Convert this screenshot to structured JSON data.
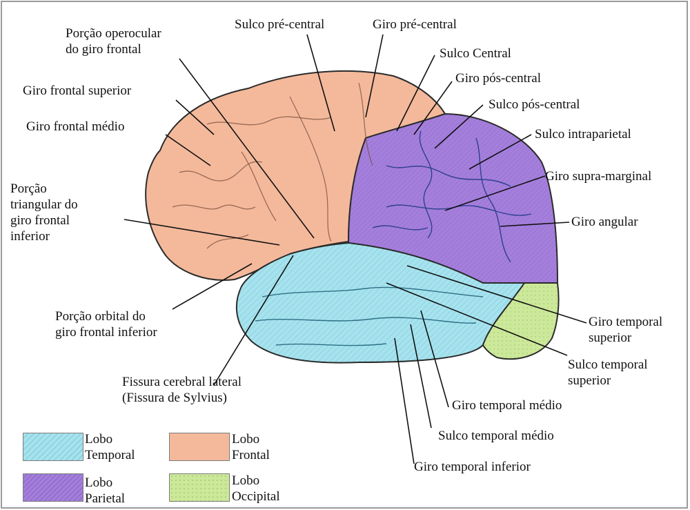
{
  "colors": {
    "frontal": "#f4b99b",
    "parietal": "#a57fdc",
    "temporal": "#a6e3ee",
    "occipital": "#cce89a",
    "outline": "#2b2b2b",
    "sulci": "#334a90"
  },
  "labels": {
    "sulco_pre_central": "Sulco pré-central",
    "giro_pre_central": "Giro pré-central",
    "porcao_operocular": "Porção operocular\ndo giro frontal",
    "sulco_central": "Sulco Central",
    "giro_pos_central": "Giro pós-central",
    "sulco_pos_central": "Sulco pós-central",
    "giro_frontal_superior": "Giro frontal superior",
    "giro_frontal_medio": "Giro frontal médio",
    "sulco_intraparietal": "Sulco intraparietal",
    "giro_supra_marginal": "Giro supra-marginal",
    "porcao_triangular": "Porção\ntriangular do\ngiro frontal\ninferior",
    "giro_angular": "Giro angular",
    "porcao_orbital": "Porção orbital do\ngiro frontal inferior",
    "giro_temporal_superior": "Giro temporal\nsuperior",
    "sulco_temporal_superior": "Sulco temporal\nsuperior",
    "fissura_lateral": "Fissura cerebral lateral\n(Fissura de Sylvius)",
    "giro_temporal_medio": "Giro temporal médio",
    "sulco_temporal_medio": "Sulco temporal médio",
    "giro_temporal_inferior": "Giro temporal inferior"
  },
  "legend": [
    {
      "label": "Lobo\nTemporal",
      "color": "#a6e3ee"
    },
    {
      "label": "Lobo\nFrontal",
      "color": "#f4b99b"
    },
    {
      "label": "Lobo\nParietal",
      "color": "#a57fdc"
    },
    {
      "label": "Lobo\nOccipital",
      "color": "#cce89a"
    }
  ]
}
